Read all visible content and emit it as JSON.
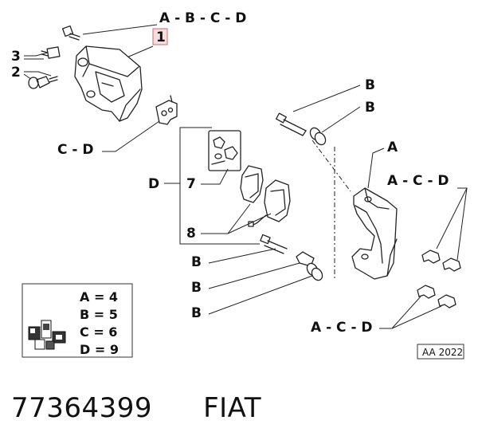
{
  "labels": {
    "top_combo": "A - B - C - D",
    "ref_1": "1",
    "ref_2": "2",
    "ref_3": "3",
    "pad_retainer": "C - D",
    "group_d": "D",
    "ref_7": "7",
    "ref_8": "8",
    "bolt_b": "B",
    "bush_b": "B",
    "carrier_a": "A",
    "clips_upper": "A - C - D",
    "clips_lower": "A - C - D",
    "lower_b1": "B",
    "lower_b2": "B",
    "lower_b3": "B"
  },
  "legend": {
    "rows": [
      "A = 4",
      "B = 5",
      "C = 6",
      "D = 9"
    ]
  },
  "stamp": "AA 2022",
  "footer": {
    "part_number": "77364399",
    "brand": "FIAT"
  },
  "colors": {
    "ref_highlight_fill": "#f6dede",
    "ref_highlight_stroke": "#d46a6a",
    "line": "#222222"
  }
}
